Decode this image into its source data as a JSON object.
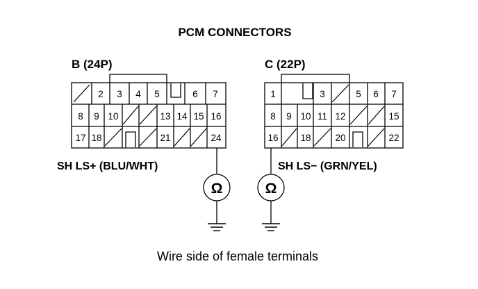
{
  "title": "PCM CONNECTORS",
  "caption": "Wire side of female terminals",
  "ohm_symbol": "Ω",
  "connectors": [
    {
      "name": "B (24P)",
      "rows": [
        [
          "/",
          "2",
          "3",
          "4",
          "5",
          "",
          "6",
          "7"
        ],
        [
          "8",
          "9",
          "10",
          "/",
          "/",
          "13",
          "14",
          "15",
          "16"
        ],
        [
          "17",
          "18",
          "/",
          "",
          "/",
          "21",
          "/",
          "/",
          "24"
        ]
      ]
    },
    {
      "name": "C (22P)",
      "rows": [
        [
          "1",
          "",
          "/",
          "3",
          "/",
          "5",
          "6",
          "7"
        ],
        [
          "8",
          "9",
          "10",
          "11",
          "12",
          "/",
          "/",
          "15"
        ],
        [
          "16",
          "/",
          "18",
          "/",
          "20",
          "",
          "/",
          "22"
        ]
      ]
    }
  ],
  "leads": [
    {
      "label": "SH LS+ (BLU/WHT)",
      "terminal": "B24"
    },
    {
      "label": "SH LS− (GRN/YEL)",
      "terminal": "C16"
    }
  ]
}
